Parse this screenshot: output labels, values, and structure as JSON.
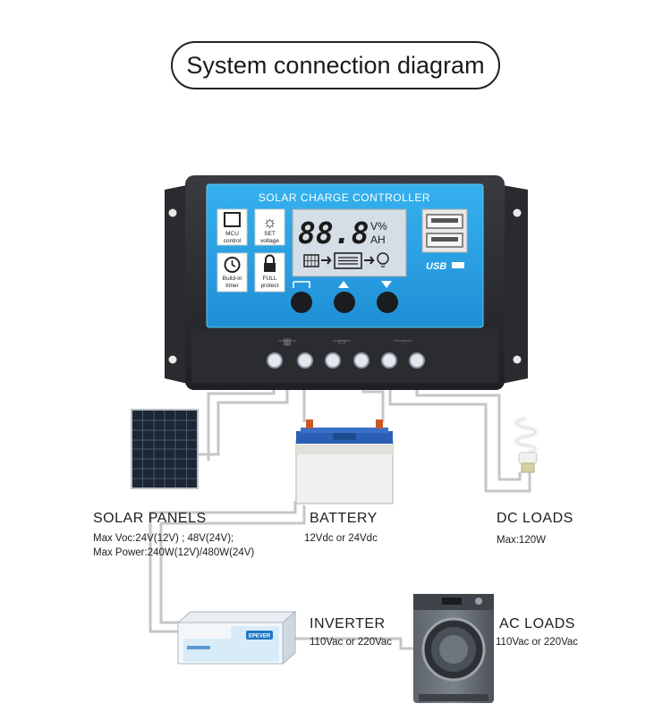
{
  "title": "System connection diagram",
  "controller": {
    "header": "SOLAR CHARGE CONTROLLER",
    "lcd_digits": "88.8",
    "lcd_units_top": "V%",
    "lcd_units_bottom": "AH",
    "features": [
      {
        "icon": "mcu-chip-icon",
        "label_line1": "MCU",
        "label_line2": "control"
      },
      {
        "icon": "set-voltage-gear-icon",
        "label_line1": "SET",
        "label_line2": "voltage"
      },
      {
        "icon": "timer-clock-icon",
        "label_line1": "Build-in",
        "label_line2": "timer"
      },
      {
        "icon": "lock-icon",
        "label_line1": "FULL",
        "label_line2": "protect"
      }
    ],
    "usb_label": "USB",
    "buttons": [
      "menu",
      "up",
      "down"
    ]
  },
  "components": {
    "solar": {
      "label": "SOLAR   PANELS",
      "line1": "Max  Voc:24V(12V) ; 48V(24V);",
      "line2": "Max  Power:240W(12V)/480W(24V)"
    },
    "battery": {
      "label": "BATTERY",
      "line1": "12Vdc  or  24Vdc"
    },
    "dc_loads": {
      "label": "DC  LOADS",
      "line1": "Max:120W"
    },
    "inverter": {
      "label": "INVERTER",
      "line1": "110Vac  or  220Vac",
      "brand": "EPEVER"
    },
    "ac_loads": {
      "label": "AC  LOADS",
      "line1": "110Vac  or  220Vac"
    }
  },
  "colors": {
    "controller_blue": "#2aa6e6",
    "controller_case": "#2e2f33",
    "wire": "#c8c8c8",
    "lcd_bg": "#d5dde6",
    "battery_lid": "#2a5fb5"
  }
}
